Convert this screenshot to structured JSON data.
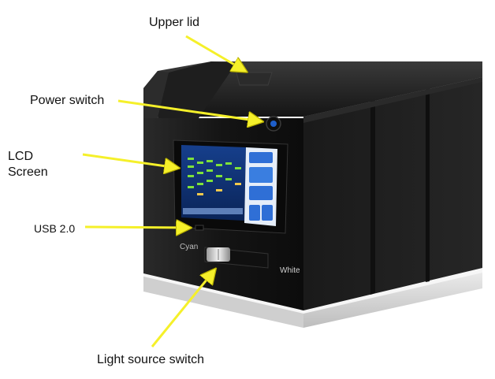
{
  "callouts": {
    "upper_lid": "Upper lid",
    "power_switch": "Power switch",
    "lcd_line1": "LCD",
    "lcd_line2": "Screen",
    "usb": "USB 2.0",
    "light_source": "Light source switch"
  },
  "device": {
    "left_light_label": "Cyan",
    "right_light_label": "White"
  },
  "colors": {
    "arrow": "#f5f02a",
    "body": "#1b1b1b",
    "screen_bg": "#0b2d6b",
    "base": "#d9d9d9"
  }
}
